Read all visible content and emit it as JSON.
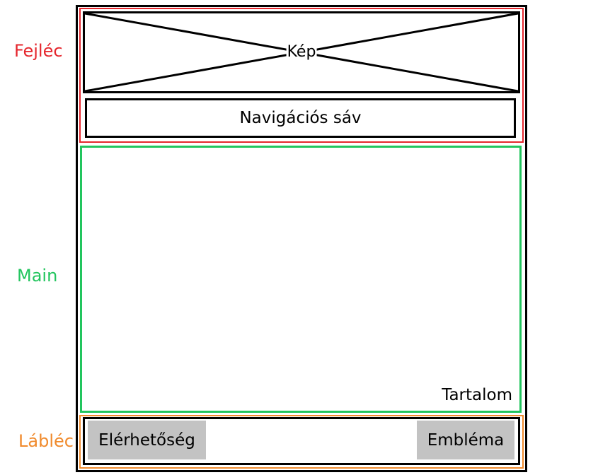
{
  "labels": {
    "header": "Fejléc",
    "main": "Main",
    "footer": "Lábléc"
  },
  "header": {
    "image": "Kép",
    "navigation": "Navigációs sáv"
  },
  "main": {
    "content": "Tartalom"
  },
  "footer": {
    "contact": "Elérhetőség",
    "logo": "Embléma"
  },
  "colors": {
    "header": "#e5262d",
    "main": "#22c55e",
    "footer": "#f08a2c",
    "outline": "#000000",
    "footer_item_fill": "#c3c3c3"
  }
}
